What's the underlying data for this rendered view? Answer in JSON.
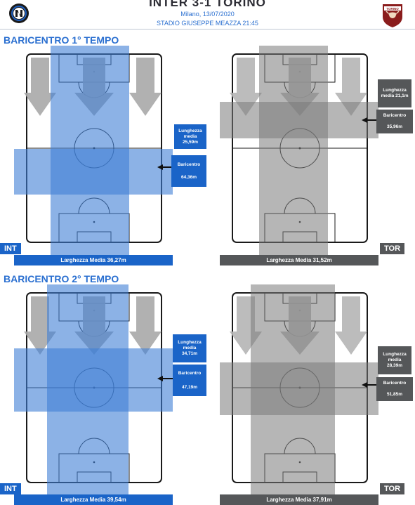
{
  "header": {
    "title": "INTER  3-1  TORINO",
    "date": "Milano, 13/07/2020",
    "venue": "STADIO GIUSEPPE MEAZZA 21:45"
  },
  "colors": {
    "inter_blue": "#1a64c8",
    "torino_grey": "#555759",
    "title_blue": "#2a6fd0",
    "torino_maroon": "#8a1c1c"
  },
  "icons": {
    "inter_logo": "inter-crest",
    "torino_logo": "torino-bull-crest"
  },
  "torino_logo_text": "TORINO",
  "first_half": {
    "title": "BARICENTRO 1° TEMPO",
    "inter": {
      "team": "INT",
      "lunghezza_label": "Lunghezza media",
      "lunghezza_value": "25,59m",
      "baricentro_label": "Baricentro",
      "baricentro_value": "64,36m",
      "larghezza": "Larghezza Media 36,27m"
    },
    "torino": {
      "team": "TOR",
      "lunghezza_label": "Lunghezza media 21,1m",
      "lunghezza_value": "",
      "baricentro_label": "Baricentro",
      "baricentro_value": "35,96m",
      "larghezza": "Larghezza Media 31,52m"
    }
  },
  "second_half": {
    "title": "BARICENTRO 2° TEMPO",
    "inter": {
      "team": "INT",
      "lunghezza_label": "Lunghezza media",
      "lunghezza_value": "34,71m",
      "baricentro_label": "Baricentro",
      "baricentro_value": "47,19m",
      "larghezza": "Larghezza Media 39,54m"
    },
    "torino": {
      "team": "TOR",
      "lunghezza_label": "Lunghezza media",
      "lunghezza_value": "28,39m",
      "baricentro_label": "Baricentro",
      "baricentro_value": "51,85m",
      "larghezza": "Larghezza Media 37,91m"
    }
  }
}
